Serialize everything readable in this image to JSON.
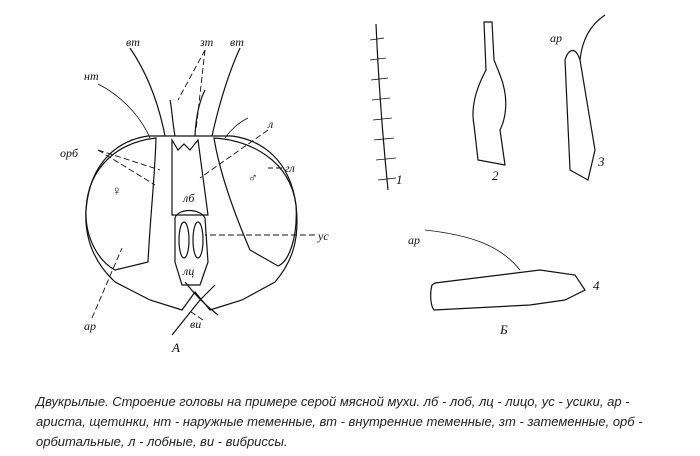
{
  "figure": {
    "panel_a": {
      "panel_label": "А",
      "labels": {
        "vt_left": "вт",
        "zt": "зт",
        "vt_right": "вт",
        "nt": "нт",
        "orb": "орб",
        "l": "л",
        "gl": "гл",
        "female": "♀",
        "male": "♂",
        "lb": "лб",
        "us": "ус",
        "lc": "лц",
        "ar": "ар",
        "vi": "ви"
      }
    },
    "panel_b": {
      "panel_label": "Б",
      "labels": {
        "n1": "1",
        "n2": "2",
        "n3": "3",
        "n4": "4",
        "ar_top": "ар",
        "ar_bottom": "ар"
      }
    }
  },
  "caption": "Двукрылые. Строение головы на примере серой мясной мухи. лб - лоб, лц - лицо, ус - усики, ар - ариста, щетинки, нт - наружные теменные, вт - внутренние теменные, зт - затеменные, орб - орбитальные, л - лобные, ви - вибриссы."
}
